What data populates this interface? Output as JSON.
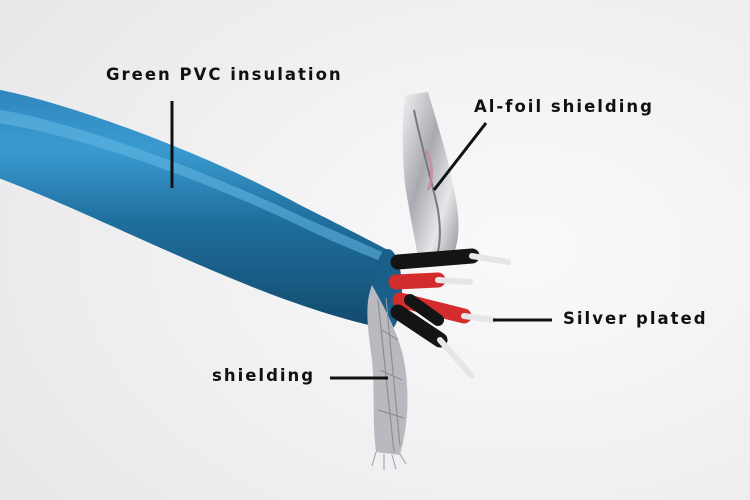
{
  "labels": {
    "green_pvc": "Green PVC insulation",
    "al_foil": "Al-foil shielding",
    "silver_plated": "Silver plated",
    "shielding": "shielding"
  },
  "colors": {
    "background": "#f3f3f4",
    "cable_jacket": "#1f6f9e",
    "cable_highlight": "#4aa6d6",
    "foil": "#cfd1d6",
    "red_core": "#d32c2c",
    "black_core": "#141414",
    "silver_wire": "#e6e6e9",
    "leader_line": "#111111"
  }
}
